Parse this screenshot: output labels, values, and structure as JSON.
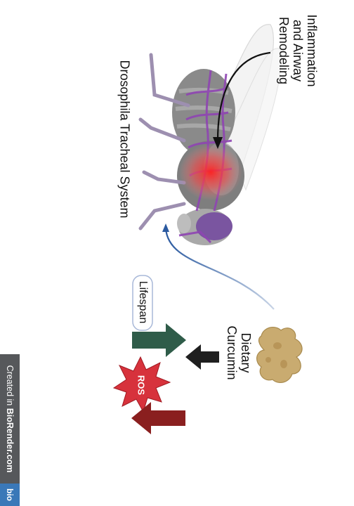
{
  "labels": {
    "inflammation": "Inflammation\nand Airway\nRemodeling",
    "drosophila": "Drosophila Tracheal System",
    "dietary": "Dietary\nCurcumin",
    "lifespan": "Lifespan",
    "ros": "ROS"
  },
  "badge": {
    "prefix": "Created in ",
    "brand": "BioRender.com",
    "icon_text": "bio"
  },
  "colors": {
    "lifespan_arrow": "#2f5c49",
    "ros_arrow": "#8a1f1f",
    "curcumin_arrow": "#1f1f1f",
    "ros_star": "#d7323c",
    "trachea": "#8f45b3",
    "inflammation_glow": "#ff2a2a",
    "curve_arrow": "#3a5f96",
    "curcumin_root": "#c9ab70"
  },
  "icons": [
    "fly-illustration",
    "curcumin-root-icon",
    "ros-starburst"
  ]
}
